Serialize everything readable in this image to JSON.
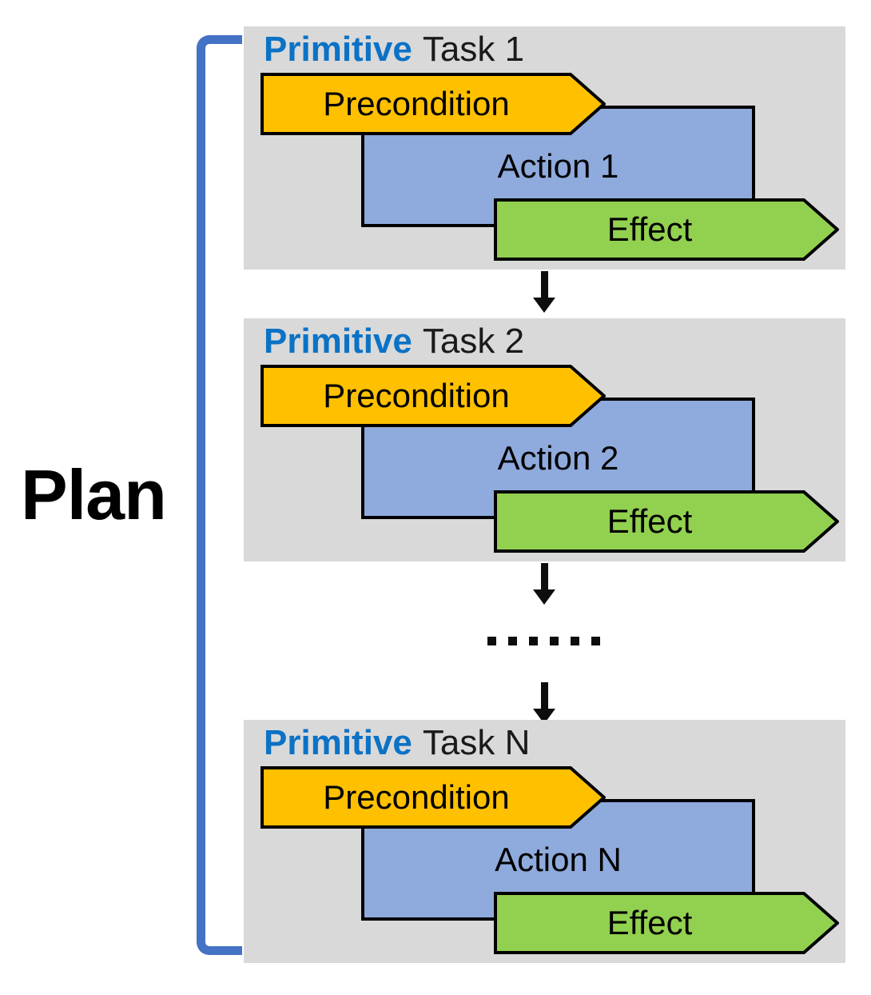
{
  "plan": {
    "label": "Plan"
  },
  "tasks": [
    {
      "title_highlight": "Primitive",
      "title_rest": "Task 1",
      "precondition": "Precondition",
      "action": "Action 1",
      "effect": "Effect"
    },
    {
      "title_highlight": "Primitive",
      "title_rest": "Task 2",
      "precondition": "Precondition",
      "action": "Action 2",
      "effect": "Effect"
    },
    {
      "title_highlight": "Primitive",
      "title_rest": "Task N",
      "precondition": "Precondition",
      "action": "Action N",
      "effect": "Effect"
    }
  ],
  "connectors": {
    "ellipsis": "......"
  },
  "colors": {
    "precondition_fill": "#FFC000",
    "action_fill": "#8FAADC",
    "effect_fill": "#92D050",
    "task_box_bg": "#D9D9D9",
    "primitive_text": "#0B72C6",
    "bracket": "#4472C4",
    "outline": "#000000"
  }
}
